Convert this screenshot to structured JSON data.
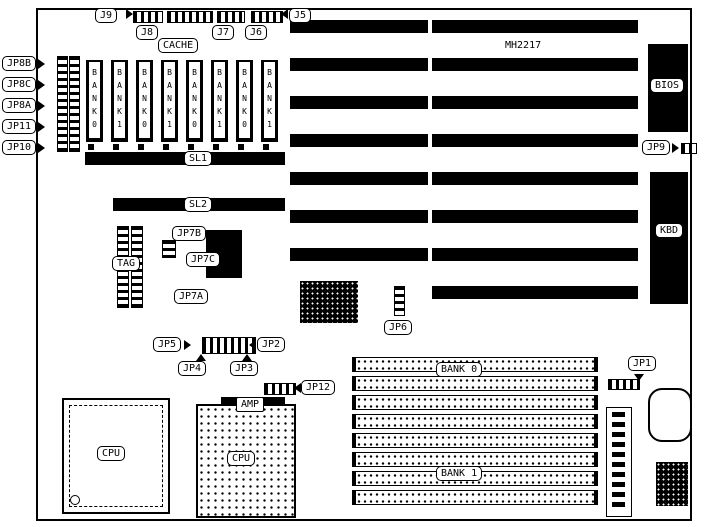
{
  "board": {
    "part_number": "MH2217"
  },
  "top": {
    "j9": "J9",
    "j8": "J8",
    "j7": "J7",
    "j6": "J6",
    "j5": "J5",
    "cache": "CACHE"
  },
  "left_jumpers": [
    {
      "label": "JP8B"
    },
    {
      "label": "JP8C"
    },
    {
      "label": "JP8A"
    },
    {
      "label": "JP11"
    },
    {
      "label": "JP10"
    }
  ],
  "simm_vertical": {
    "slots": [
      "BANK0",
      "BANK1",
      "BANK0",
      "BANK1",
      "BANK0",
      "BANK1",
      "BANK0",
      "BANK1"
    ]
  },
  "slots": {
    "sl1": "SL1",
    "sl2": "SL2"
  },
  "chips": {
    "bios": "BIOS",
    "kbd": "KBD",
    "tag": "TAG",
    "amp": "AMP",
    "cpu_left": "CPU",
    "cpu_right": "CPU"
  },
  "jumpers": {
    "jp9": "JP9",
    "jp7b": "JP7B",
    "jp7c": "JP7C",
    "jp7a": "JP7A",
    "jp6": "JP6",
    "jp5": "JP5",
    "jp4": "JP4",
    "jp3": "JP3",
    "jp2": "JP2",
    "jp12": "JP12",
    "jp1": "JP1"
  },
  "simm_horizontal": {
    "bank0": "BANK 0",
    "bank1": "BANK 1"
  }
}
